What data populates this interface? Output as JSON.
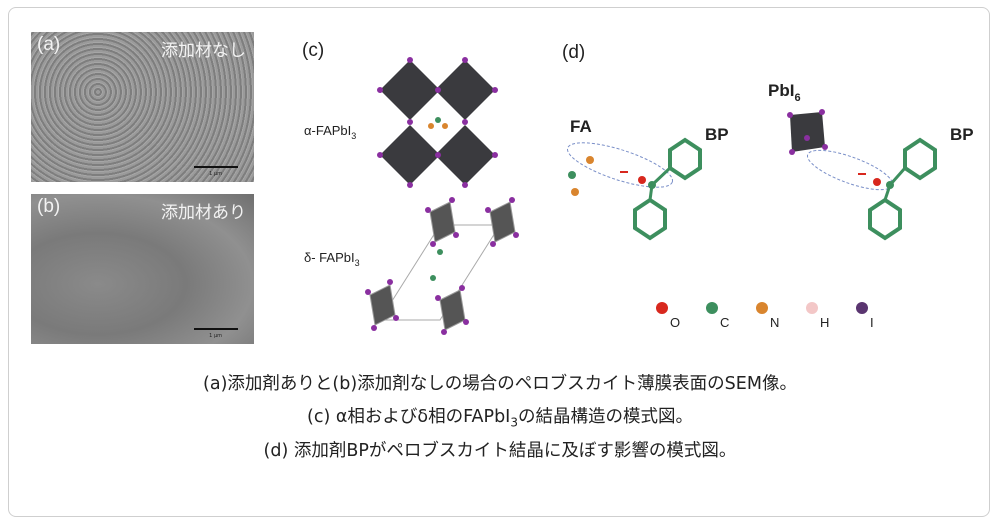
{
  "panel_a": {
    "label": "(a)",
    "title": "添加材なし",
    "scale": "1 µm"
  },
  "panel_b": {
    "label": "(b)",
    "title": "添加材あり",
    "scale": "1 µm"
  },
  "panel_c": {
    "label": "(c)",
    "alpha_label": "α-FAPbI",
    "alpha_sub": "3",
    "delta_label": "δ- FAPbI",
    "delta_sub": "3"
  },
  "panel_d": {
    "label": "(d)",
    "fa": "FA",
    "bp1": "BP",
    "pbi": "PbI",
    "pbi_sub": "6",
    "bp2": "BP",
    "legend": [
      {
        "symbol": "O",
        "color": "#d8281e"
      },
      {
        "symbol": "C",
        "color": "#3d8f5e"
      },
      {
        "symbol": "N",
        "color": "#d9852e"
      },
      {
        "symbol": "H",
        "color": "#f3c7c7"
      },
      {
        "symbol": "I",
        "color": "#5a3570"
      }
    ]
  },
  "caption": {
    "line1": "(a)添加剤ありと(b)添加剤なしの場合のペロブスカイト薄膜表面のSEM像。",
    "line2_pre": "(c) α相およびδ相のFAPbI",
    "line2_sub": "3",
    "line2_post": "の結晶構造の模式図。",
    "line3": "(d) 添加剤BPがペロブスカイト結晶に及ぼす影響の模式図。"
  }
}
